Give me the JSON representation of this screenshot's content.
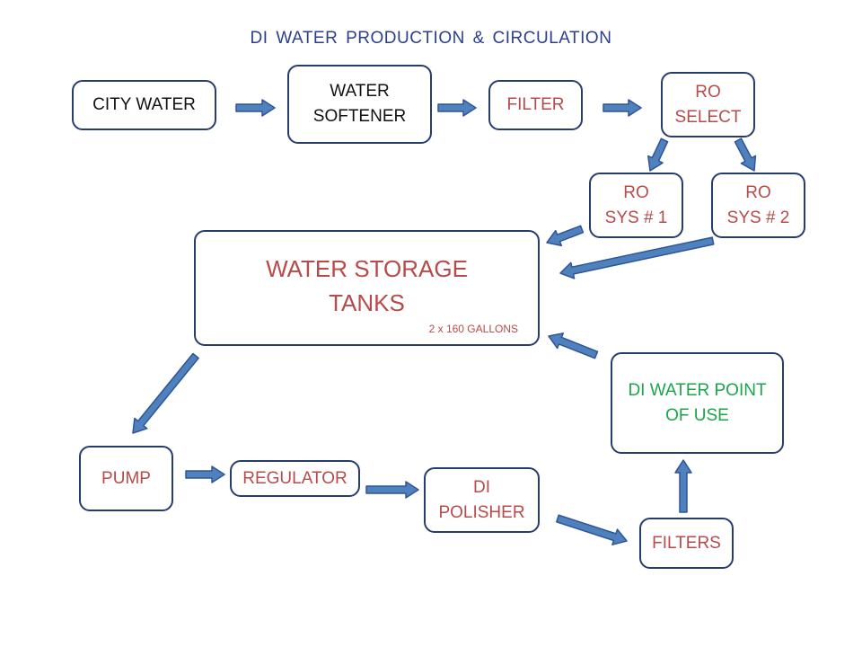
{
  "title": "DI  WATER  PRODUCTION  &  CIRCULATION",
  "nodes": {
    "city_water": {
      "lines": [
        "CITY WATER"
      ]
    },
    "water_softener": {
      "lines": [
        "WATER",
        "SOFTENER"
      ]
    },
    "filter": {
      "lines": [
        "FILTER"
      ]
    },
    "ro_select": {
      "lines": [
        "RO",
        "SELECT"
      ]
    },
    "ro_sys_1": {
      "lines": [
        "RO",
        "SYS # 1"
      ]
    },
    "ro_sys_2": {
      "lines": [
        "RO",
        "SYS # 2"
      ]
    },
    "storage": {
      "lines": [
        "WATER STORAGE",
        "TANKS"
      ],
      "note": "2 x 160  GALLONS"
    },
    "pump": {
      "lines": [
        "PUMP"
      ]
    },
    "regulator": {
      "lines": [
        "REGULATOR"
      ]
    },
    "di_polisher": {
      "lines": [
        "DI",
        "POLISHER"
      ]
    },
    "filters": {
      "lines": [
        "FILTERS"
      ]
    },
    "point_of_use": {
      "lines": [
        "DI WATER POINT",
        "OF USE"
      ]
    }
  },
  "colors": {
    "box_border": "#263d6b",
    "arrow_fill": "#4f81bd",
    "arrow_stroke": "#2f5597",
    "title": "#2b3f8e",
    "label_red": "#b94a4a",
    "label_green": "#1aa64a",
    "label_black": "#111111"
  }
}
